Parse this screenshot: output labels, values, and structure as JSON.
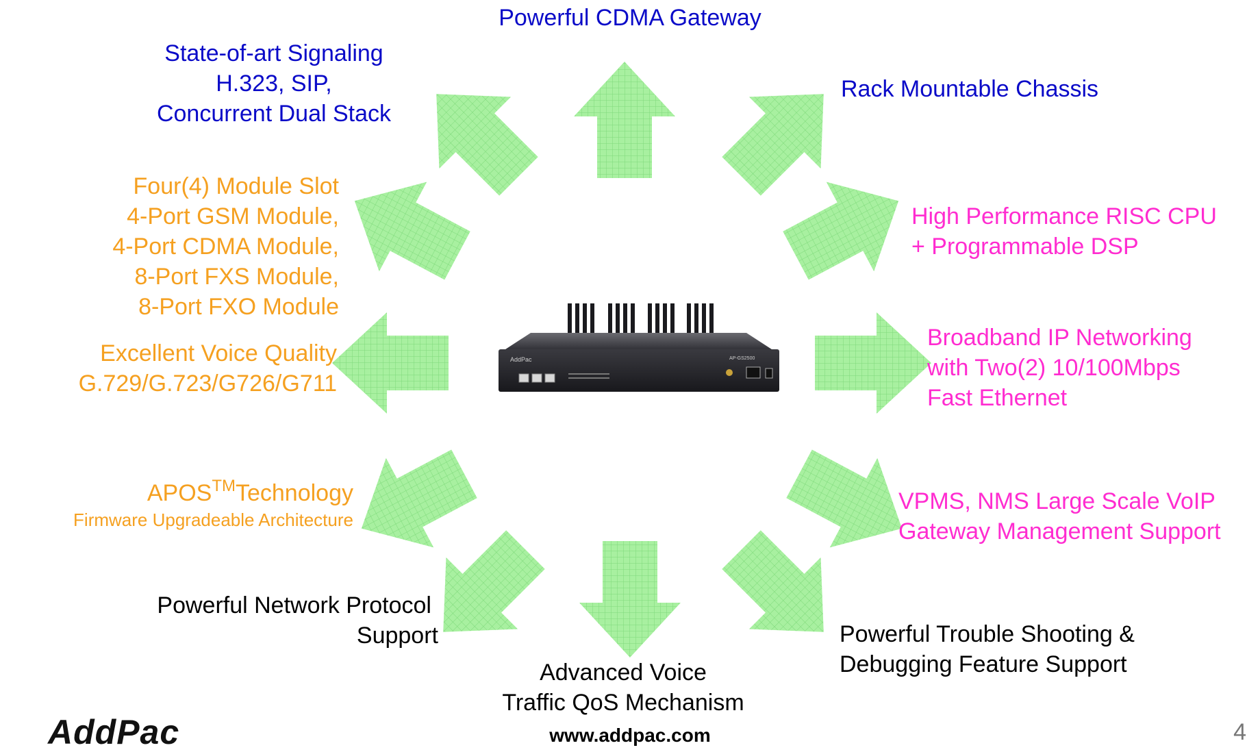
{
  "title": "Powerful CDMA Gateway",
  "colors": {
    "arrow_fill": "#a8f0a0",
    "arrow_grid": "#7ed97a",
    "blue": "#0a0ac8",
    "orange": "#f5a020",
    "magenta": "#ff2cd0"
  },
  "features": {
    "signaling": [
      "State-of-art Signaling",
      "H.323, SIP,",
      "Concurrent Dual Stack"
    ],
    "rack": "Rack Mountable Chassis",
    "modules": [
      "Four(4) Module Slot",
      "4-Port GSM Module,",
      "4-Port CDMA Module,",
      "8-Port FXS Module,",
      "8-Port FXO Module"
    ],
    "cpu": [
      "High Performance RISC CPU",
      "+  Programmable DSP"
    ],
    "voice": [
      "Excellent Voice Quality ",
      "G.729/G.723/G726/G711"
    ],
    "broadband": [
      "Broadband IP Networking",
      "with Two(2)  10/100Mbps",
      "Fast Ethernet"
    ],
    "apos": {
      "name": "APOS",
      "tm": "TM",
      "rest": "Technology",
      "sub": "Firmware Upgradeable Architecture"
    },
    "vpms": [
      "VPMS, NMS Large Scale VoIP",
      "Gateway Management Support"
    ],
    "protocol": [
      "Powerful Network Protocol",
      "Support"
    ],
    "qos": [
      "Advanced Voice",
      "Traffic QoS Mechanism"
    ],
    "debug": [
      "Powerful Trouble Shooting &",
      "Debugging Feature Support"
    ]
  },
  "device": {
    "brand": "AddPac",
    "model": "AP-GS2500"
  },
  "footer": {
    "logo": "AddPac",
    "url": "www.addpac.com",
    "page": "4"
  }
}
